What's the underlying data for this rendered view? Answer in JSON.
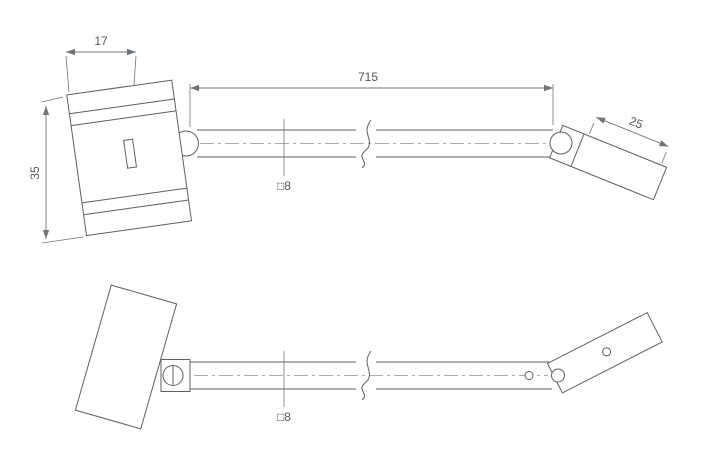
{
  "drawing": {
    "background": "#ffffff",
    "line_color": "#5b6066",
    "dimension_color": "#70757a",
    "text_color": "#53575b"
  },
  "views": {
    "top": {
      "dims": {
        "plate_width": "17",
        "plate_height": "35",
        "bar_length": "715",
        "end_piece_length": "25",
        "bar_square": "□8"
      }
    },
    "bottom": {
      "dims": {
        "bar_square": "□8"
      }
    }
  }
}
